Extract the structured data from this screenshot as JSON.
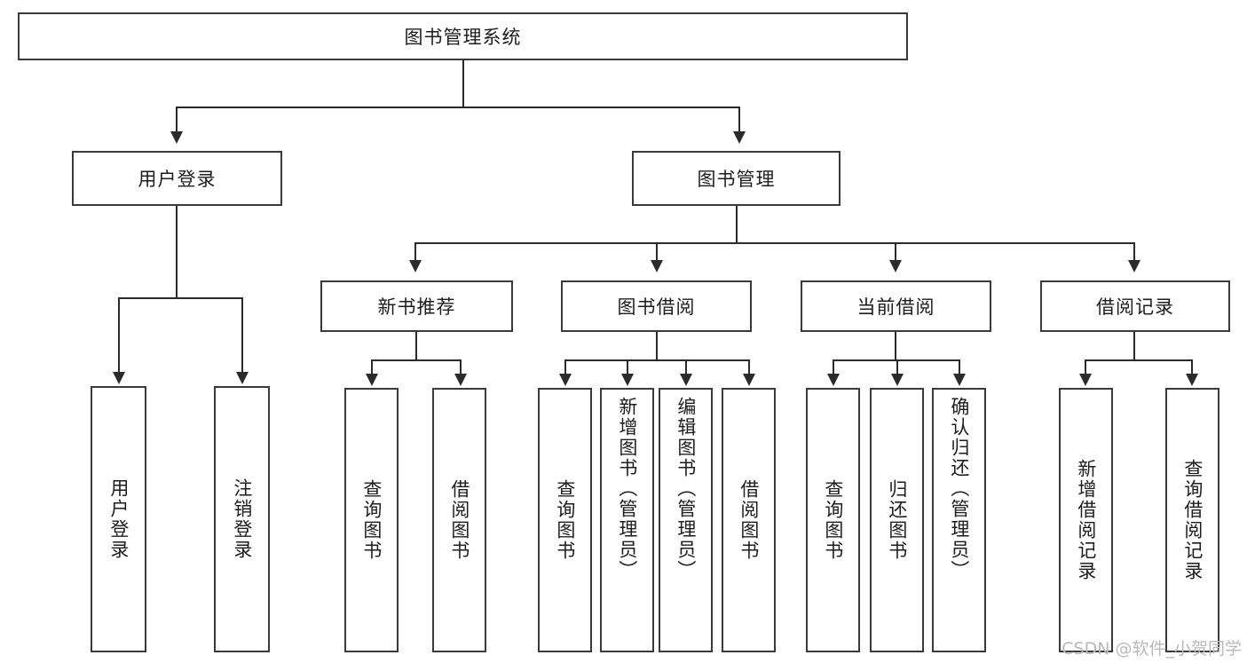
{
  "diagram": {
    "title": "图书管理系统",
    "type": "hierarchy-tree",
    "root": {
      "label": "图书管理系统"
    },
    "level2": [
      {
        "label": "用户登录"
      },
      {
        "label": "图书管理"
      }
    ],
    "level3": [
      {
        "label": "新书推荐"
      },
      {
        "label": "图书借阅"
      },
      {
        "label": "当前借阅"
      },
      {
        "label": "借阅记录"
      }
    ],
    "leaves": {
      "user_login": [
        {
          "label": "用户登录"
        },
        {
          "label": "注销登录"
        }
      ],
      "new_book_recommend": [
        {
          "label": "查询图书"
        },
        {
          "label": "借阅图书"
        }
      ],
      "book_borrow": [
        {
          "label": "查询图书"
        },
        {
          "label": "新增图书（管理员）"
        },
        {
          "label": "编辑图书（管理员）"
        },
        {
          "label": "借阅图书"
        }
      ],
      "current_borrow": [
        {
          "label": "查询图书"
        },
        {
          "label": "归还图书"
        },
        {
          "label": "确认归还（管理员）"
        }
      ],
      "borrow_record": [
        {
          "label": "新增借阅记录"
        },
        {
          "label": "查询借阅记录"
        }
      ]
    }
  },
  "watermark": {
    "text": "CSDN @软件_小贺同学"
  },
  "colors": {
    "box_border": "#3a3a3a",
    "edge": "#2b2b2b",
    "text": "#1d1d1d",
    "background": "#ffffff",
    "watermark": "#b9b9b9"
  }
}
